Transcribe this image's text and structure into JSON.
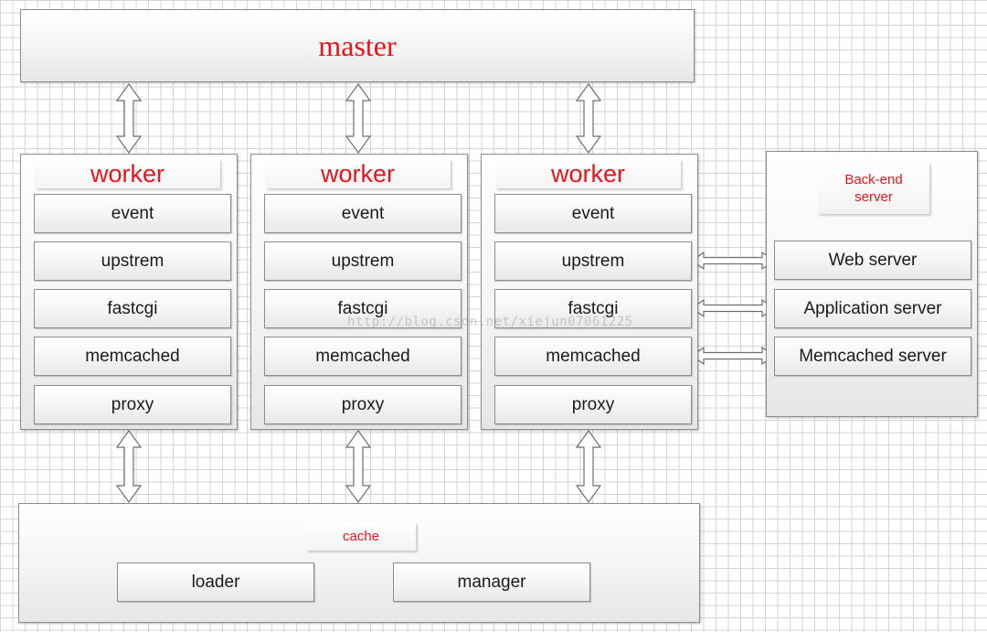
{
  "master": {
    "title": "master"
  },
  "workers": [
    {
      "title": "worker",
      "modules": [
        "event",
        "upstrem",
        "fastcgi",
        "memcached",
        "proxy"
      ]
    },
    {
      "title": "worker",
      "modules": [
        "event",
        "upstrem",
        "fastcgi",
        "memcached",
        "proxy"
      ]
    },
    {
      "title": "worker",
      "modules": [
        "event",
        "upstrem",
        "fastcgi",
        "memcached",
        "proxy"
      ]
    }
  ],
  "backend": {
    "title": "Back-end server",
    "servers": [
      "Web server",
      "Application server",
      "Memcached server"
    ]
  },
  "cache": {
    "title": "cache",
    "items": [
      "loader",
      "manager"
    ]
  },
  "watermark": "http://blog.csdn.net/xiejun07061225",
  "colors": {
    "accent_red": "#e8141b",
    "border": "#8c8c8c",
    "grid": "#d4d4d4"
  }
}
